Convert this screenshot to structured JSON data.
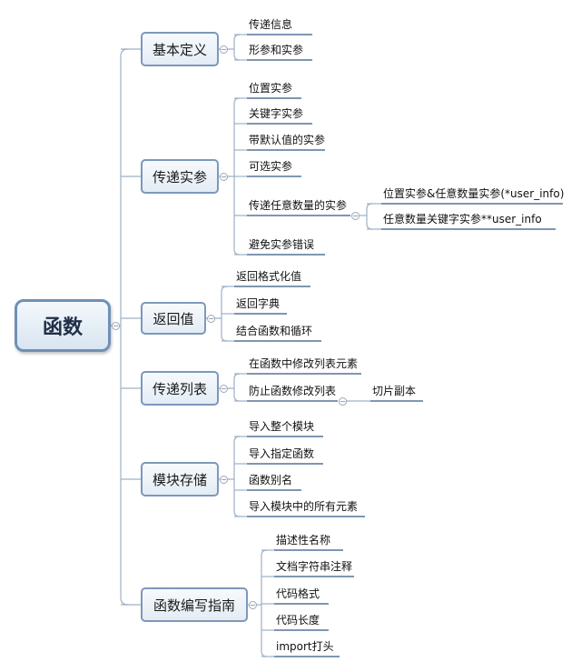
{
  "root": "函数",
  "branches": [
    {
      "label": "基本定义",
      "leaves": [
        {
          "label": "传递信息"
        },
        {
          "label": "形参和实参"
        }
      ]
    },
    {
      "label": "传递实参",
      "leaves": [
        {
          "label": "位置实参"
        },
        {
          "label": "关键字实参"
        },
        {
          "label": "带默认值的实参"
        },
        {
          "label": "可选实参"
        },
        {
          "label": "传递任意数量的实参",
          "children": [
            "位置实参&任意数量实参(*user_info)",
            "任意数量关键字实参**user_info"
          ]
        },
        {
          "label": "避免实参错误"
        }
      ]
    },
    {
      "label": "返回值",
      "leaves": [
        {
          "label": "返回格式化值"
        },
        {
          "label": "返回字典"
        },
        {
          "label": "结合函数和循环"
        }
      ]
    },
    {
      "label": "传递列表",
      "leaves": [
        {
          "label": "在函数中修改列表元素"
        },
        {
          "label": "防止函数修改列表",
          "children": [
            "切片副本"
          ]
        }
      ]
    },
    {
      "label": "模块存储",
      "leaves": [
        {
          "label": "导入整个模块"
        },
        {
          "label": "导入指定函数"
        },
        {
          "label": "函数别名"
        },
        {
          "label": "导入模块中的所有元素"
        }
      ]
    },
    {
      "label": "函数编写指南",
      "leaves": [
        {
          "label": "描述性名称"
        },
        {
          "label": "文档字符串注释"
        },
        {
          "label": "代码格式"
        },
        {
          "label": "代码长度"
        },
        {
          "label": "import打头"
        }
      ]
    }
  ]
}
